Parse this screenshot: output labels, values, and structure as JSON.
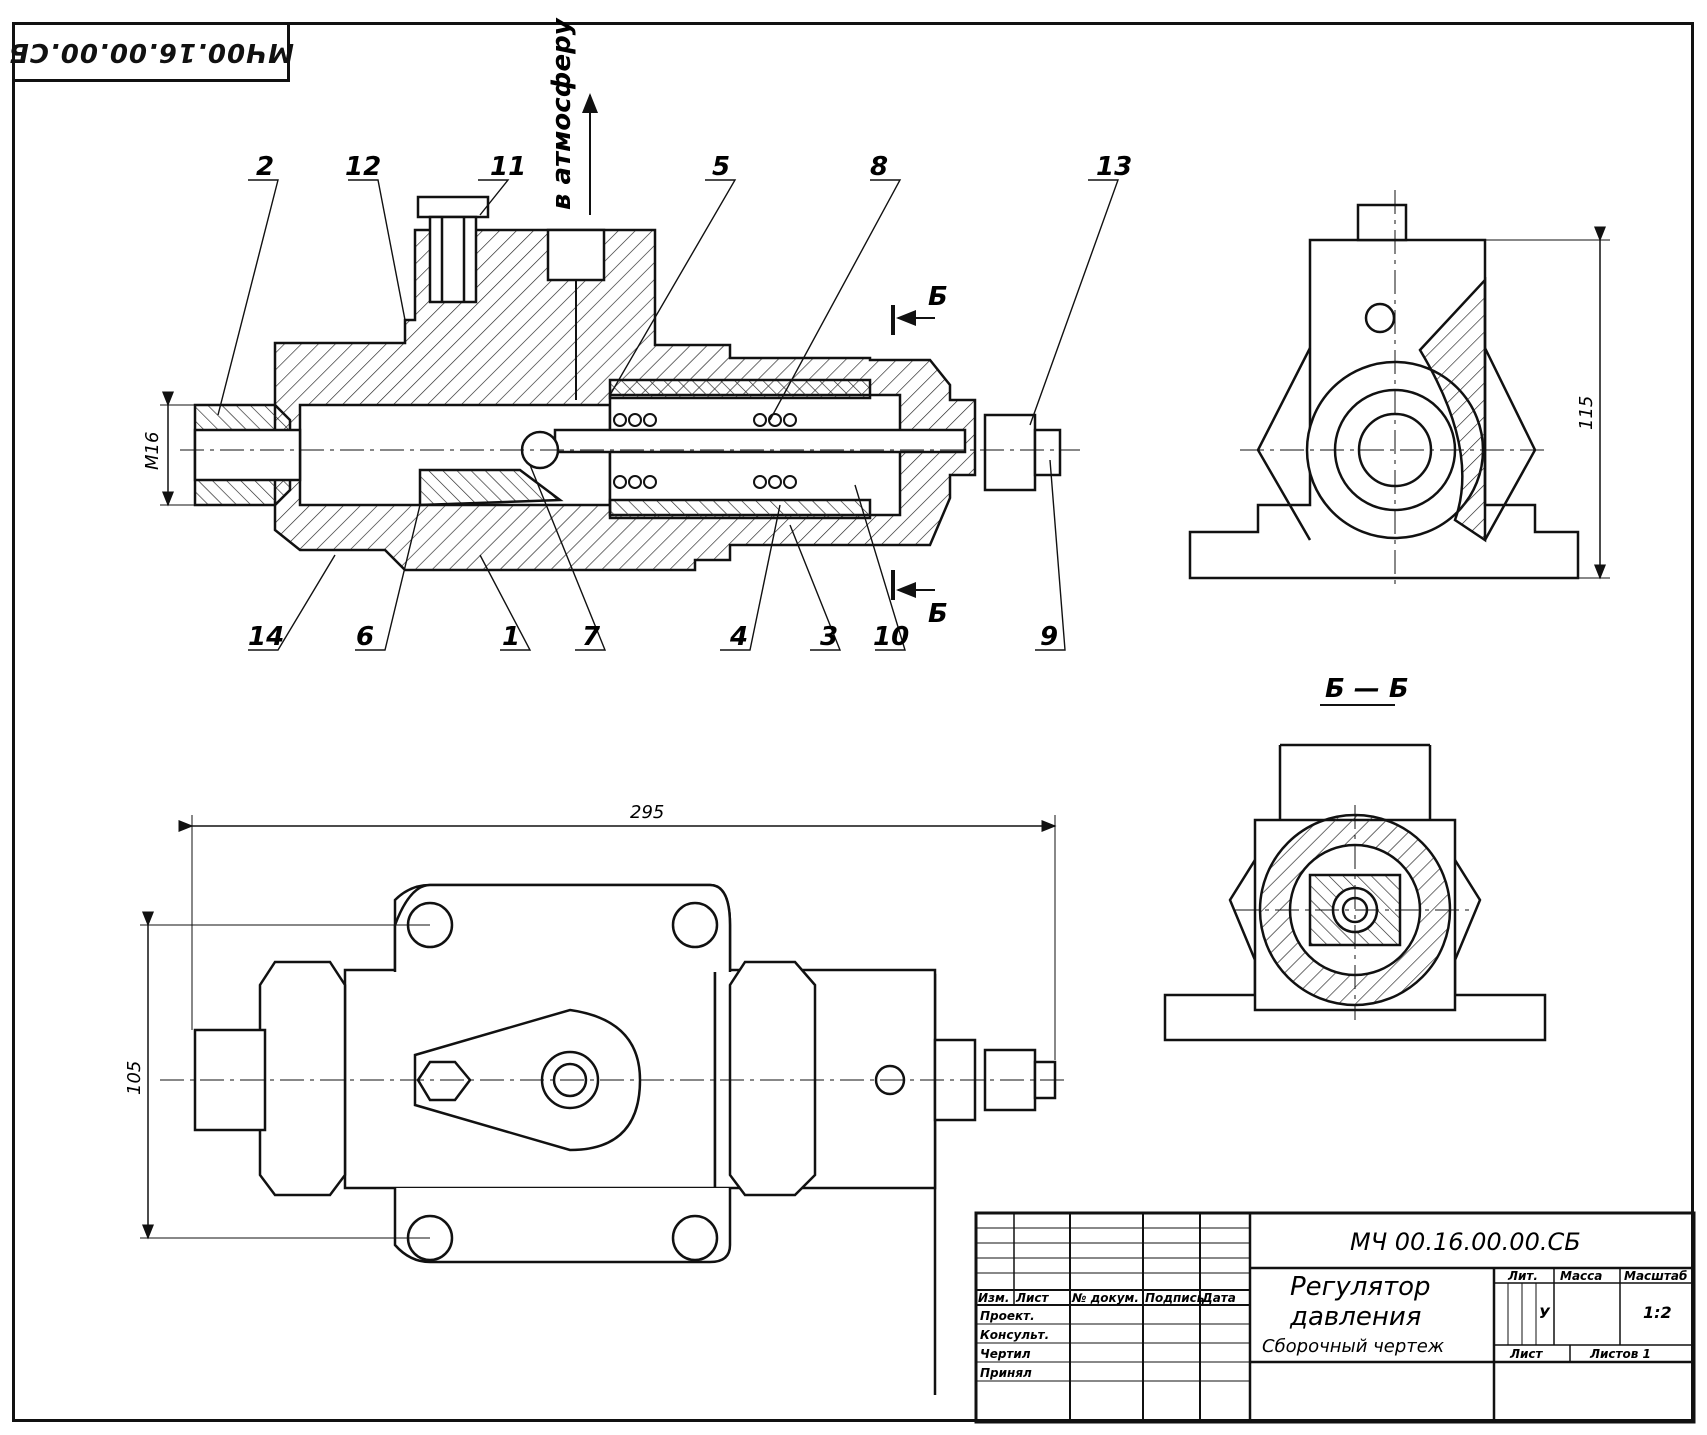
{
  "stamp_code": "МЧ00.16.00.00.СБ",
  "exhaust_label": "в атмосферу",
  "thread_label": "М16",
  "section_mark": "Б",
  "section_title": "Б — Б",
  "dimensions": {
    "length": "295",
    "width": "105",
    "height": "115"
  },
  "callouts_top": [
    "2",
    "12",
    "11",
    "5",
    "8",
    "13"
  ],
  "callouts_bottom": [
    "14",
    "6",
    "1",
    "7",
    "4",
    "3",
    "10",
    "9"
  ],
  "title_block": {
    "designation": "МЧ 00.16.00.00.СБ",
    "name_line1": "Регулятор",
    "name_line2": "давления",
    "doc_type": "Сборочный чертеж",
    "col_headers": [
      "Изм.",
      "Лист",
      "№ докум.",
      "Подпись",
      "Дата"
    ],
    "roles": [
      "Проект.",
      "Консульт.",
      "Чертил",
      "Принял"
    ],
    "lit_header": "Лит.",
    "mass_header": "Масса",
    "scale_header": "Масштаб",
    "lit_value": "У",
    "scale_value": "1:2",
    "sheet_label": "Лист",
    "sheets_label": "Листов 1"
  }
}
